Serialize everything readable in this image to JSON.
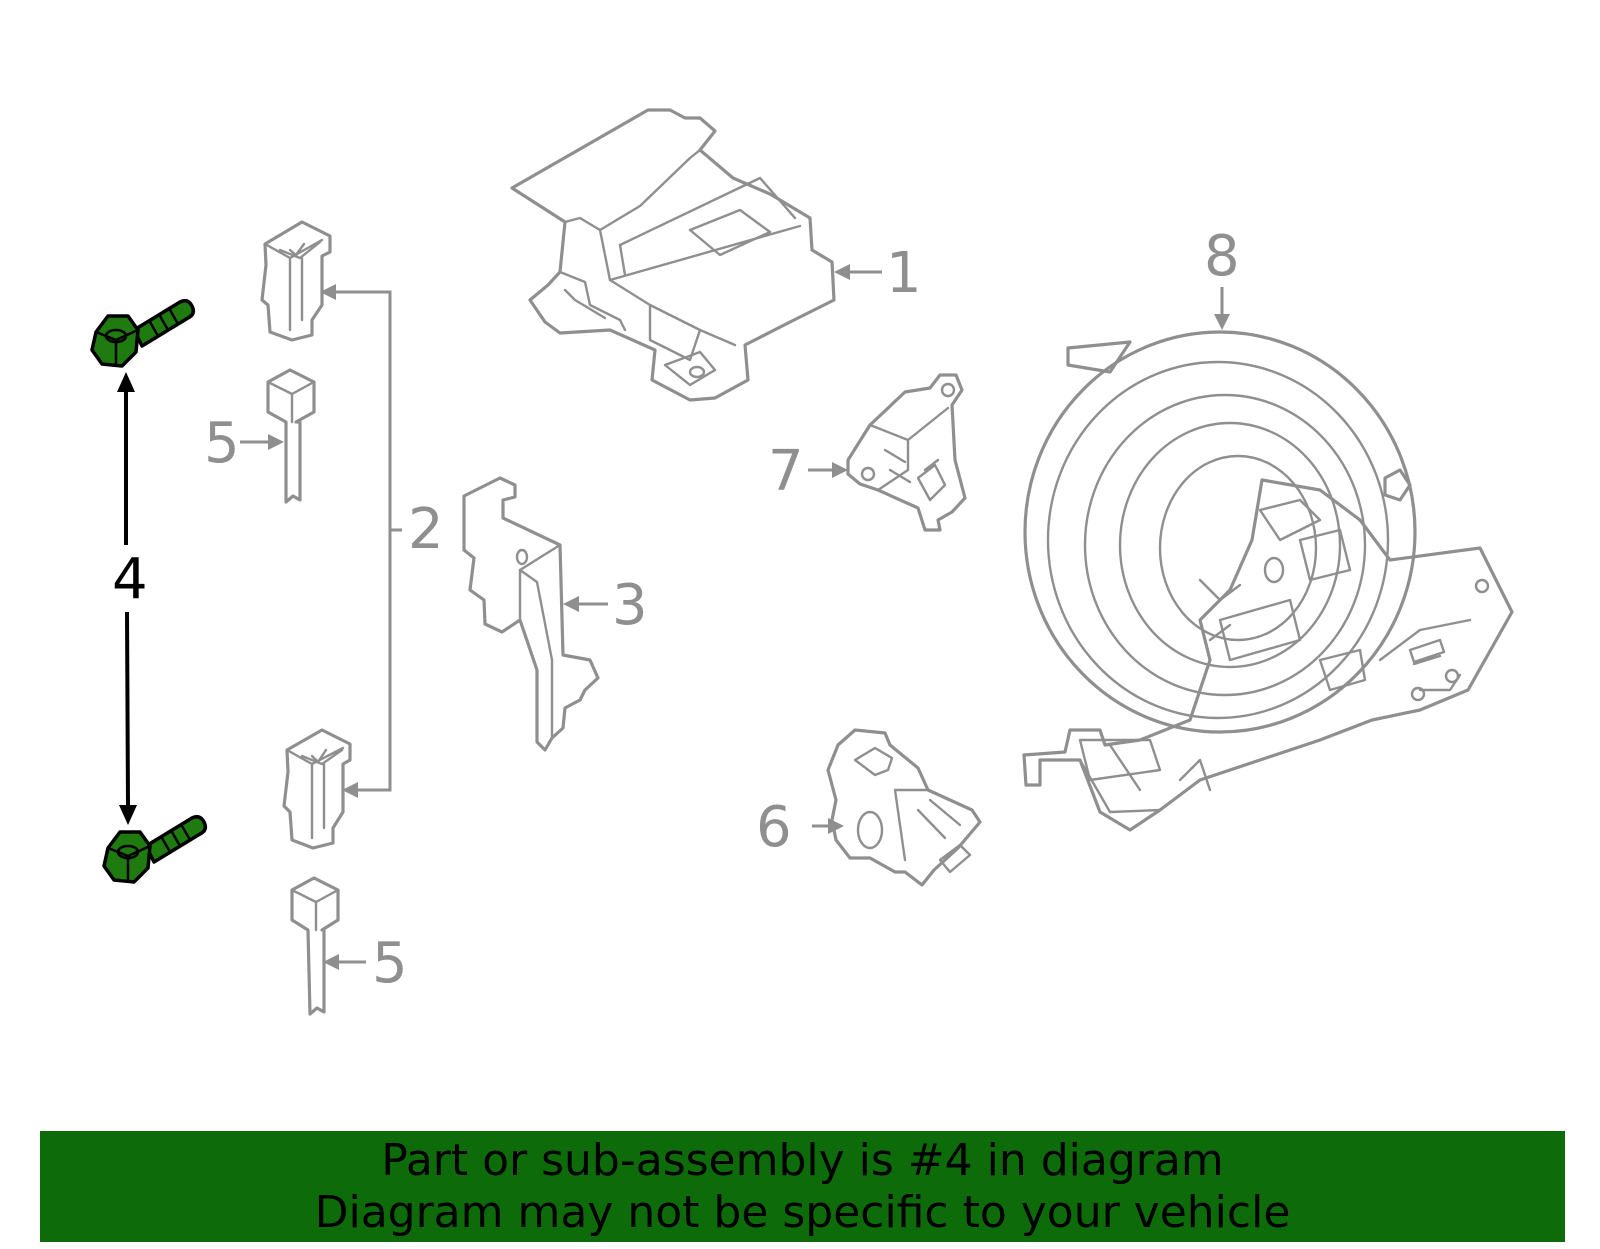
{
  "callouts": {
    "c1": "1",
    "c2": "2",
    "c3": "3",
    "c4": "4",
    "c5a": "5",
    "c5b": "5",
    "c6": "6",
    "c7": "7",
    "c8": "8"
  },
  "highlight_color": "#1f7a10",
  "banner": {
    "color": "#0d6b0a",
    "line1": "Part or sub-assembly is #4 in diagram",
    "line2": "Diagram may not be specific to your vehicle"
  }
}
